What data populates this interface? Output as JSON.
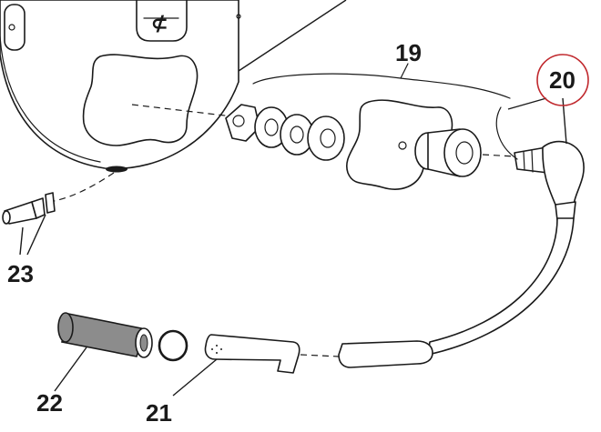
{
  "callouts": {
    "c19": "19",
    "c20": "20",
    "c21": "21",
    "c22": "22",
    "c23": "23"
  },
  "colors": {
    "line": "#1a1a1a",
    "highlight_circle": "#c0282d",
    "tube_fill": "#8c8c8c"
  }
}
